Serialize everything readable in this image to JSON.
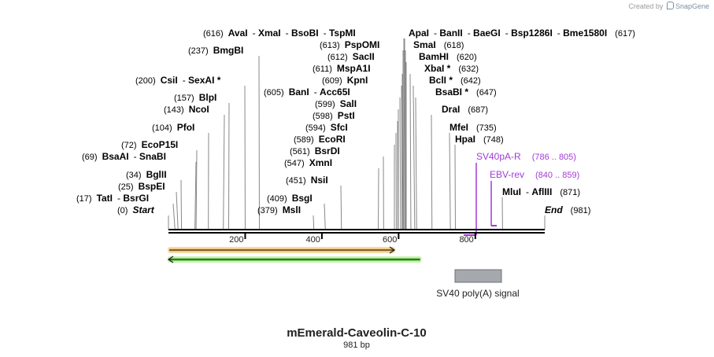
{
  "watermark": {
    "prefix": "Created by",
    "brand": "SnapGene"
  },
  "map": {
    "name": "mEmerald-Caveolin-C-10",
    "length_label": "981 bp",
    "length_bp": 981,
    "ticks": [
      "200",
      "400",
      "600",
      "800"
    ],
    "tick_values": [
      200,
      400,
      600,
      800
    ]
  },
  "sites": [
    {
      "pos": 0,
      "pos_label": "(0)",
      "names": [
        "Start"
      ],
      "italic": true
    },
    {
      "pos": 17,
      "pos_label": "(17)",
      "names": [
        "TatI",
        "BsrGI"
      ]
    },
    {
      "pos": 25,
      "pos_label": "(25)",
      "names": [
        "BspEI"
      ]
    },
    {
      "pos": 34,
      "pos_label": "(34)",
      "names": [
        "BglII"
      ]
    },
    {
      "pos": 69,
      "pos_label": "(69)",
      "names": [
        "BsaAI",
        "SnaBI"
      ]
    },
    {
      "pos": 72,
      "pos_label": "(72)",
      "names": [
        "EcoP15I"
      ]
    },
    {
      "pos": 104,
      "pos_label": "(104)",
      "names": [
        "PfoI"
      ]
    },
    {
      "pos": 143,
      "pos_label": "(143)",
      "names": [
        "NcoI"
      ]
    },
    {
      "pos": 157,
      "pos_label": "(157)",
      "names": [
        "BlpI"
      ]
    },
    {
      "pos": 200,
      "pos_label": "(200)",
      "names": [
        "CsiI",
        "SexAI *"
      ]
    },
    {
      "pos": 237,
      "pos_label": "(237)",
      "names": [
        "BmgBI"
      ]
    },
    {
      "pos": 379,
      "pos_label": "(379)",
      "names": [
        "MslI"
      ]
    },
    {
      "pos": 409,
      "pos_label": "(409)",
      "names": [
        "BsgI"
      ]
    },
    {
      "pos": 451,
      "pos_label": "(451)",
      "names": [
        "NsiI"
      ]
    },
    {
      "pos": 547,
      "pos_label": "(547)",
      "names": [
        "XmnI"
      ]
    },
    {
      "pos": 561,
      "pos_label": "(561)",
      "names": [
        "BsrDI"
      ]
    },
    {
      "pos": 589,
      "pos_label": "(589)",
      "names": [
        "EcoRI"
      ]
    },
    {
      "pos": 594,
      "pos_label": "(594)",
      "names": [
        "SfcI"
      ]
    },
    {
      "pos": 598,
      "pos_label": "(598)",
      "names": [
        "PstI"
      ]
    },
    {
      "pos": 599,
      "pos_label": "(599)",
      "names": [
        "SalI"
      ]
    },
    {
      "pos": 605,
      "pos_label": "(605)",
      "names": [
        "BanI",
        "Acc65I"
      ]
    },
    {
      "pos": 609,
      "pos_label": "(609)",
      "names": [
        "KpnI"
      ]
    },
    {
      "pos": 611,
      "pos_label": "(611)",
      "names": [
        "MspA1I"
      ]
    },
    {
      "pos": 612,
      "pos_label": "(612)",
      "names": [
        "SacII"
      ]
    },
    {
      "pos": 613,
      "pos_label": "(613)",
      "names": [
        "PspOMI"
      ]
    },
    {
      "pos": 616,
      "pos_label": "(616)",
      "names": [
        "AvaI",
        "XmaI",
        "BsoBI",
        "TspMI"
      ]
    },
    {
      "pos": 617,
      "pos_label": "(617)",
      "names": [
        "ApaI",
        "BanII",
        "BaeGI",
        "Bsp1286I",
        "Bme1580I"
      ]
    },
    {
      "pos": 618,
      "pos_label": "(618)",
      "names": [
        "SmaI"
      ]
    },
    {
      "pos": 620,
      "pos_label": "(620)",
      "names": [
        "BamHI"
      ]
    },
    {
      "pos": 632,
      "pos_label": "(632)",
      "names": [
        "XbaI *"
      ]
    },
    {
      "pos": 642,
      "pos_label": "(642)",
      "names": [
        "BclI *"
      ]
    },
    {
      "pos": 647,
      "pos_label": "(647)",
      "names": [
        "BsaBI *"
      ]
    },
    {
      "pos": 687,
      "pos_label": "(687)",
      "names": [
        "DraI"
      ]
    },
    {
      "pos": 735,
      "pos_label": "(735)",
      "names": [
        "MfeI"
      ]
    },
    {
      "pos": 748,
      "pos_label": "(748)",
      "names": [
        "HpaI"
      ]
    },
    {
      "pos": 871,
      "pos_label": "(871)",
      "names": [
        "MluI",
        "AflIII"
      ]
    },
    {
      "pos": 981,
      "pos_label": "(981)",
      "names": [
        "End"
      ],
      "italic": true
    }
  ],
  "primers": [
    {
      "name": "SV40pA-R",
      "range": "(786 .. 805)",
      "start": 786,
      "end": 805,
      "color": "#a23ad6"
    },
    {
      "name": "EBV-rev",
      "range": "(840 .. 859)",
      "start": 840,
      "end": 859,
      "color": "#a23ad6"
    }
  ],
  "features": [
    {
      "name": "orange-orf",
      "start": 0,
      "end": 589,
      "direction": "forward",
      "fill": "#e8a33a",
      "halo": "#f5dca8"
    },
    {
      "name": "green-orf",
      "start": 0,
      "end": 658,
      "direction": "reverse",
      "fill": "#4dc42c",
      "halo": "#c9efb5"
    },
    {
      "name": "SV40 poly(A) signal",
      "start": 764,
      "end": 887,
      "direction": "none",
      "fill": "#a5a8ad",
      "label": "SV40 poly(A) signal"
    }
  ],
  "colors": {
    "backbone": "#000000",
    "leader": "#888888",
    "primer": "#a23ad6",
    "text": "#000000"
  }
}
